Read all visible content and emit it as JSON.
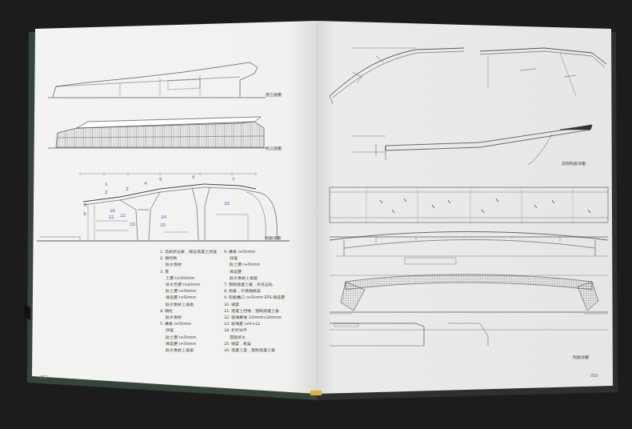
{
  "diagram": {
    "labels": [
      "西立面图",
      "北立面图",
      "1",
      "2",
      "3",
      "4",
      "5",
      "6",
      "7",
      "8",
      "9",
      "10",
      "11",
      "12",
      "13",
      "14",
      "15",
      "16",
      "剖面详图",
      "1. 花岗岩石板，细石混凝土找坡",
      "2. 钢结构",
      "防水卷材",
      "3. 屋",
      "土层 t=300mm",
      "排水垫层 t=20mm",
      "防土层 t=50mm",
      "保温层 t=50mm",
      "防水卷材上表面",
      "4. 钢柱",
      "防水卷材",
      "5. 楼板 t=50mm",
      "找坡",
      "防土层 t=50mm",
      "保温层 t=50mm",
      "防水卷材上表面",
      "6. 楼板 t=50mm",
      "找坡",
      "防土层 t=50mm",
      "保温层",
      "防水卷材上表面",
      "7. 预制混凝土板，填充石粒",
      "8. 铝板，不锈钢框架",
      "9. 铝板檐口 t=50mm EPS 保温层",
      "10. 钢梁",
      "11. 混凝土挡墙，预制混凝土板",
      "12. 玻璃幕墙 100mm×200mm",
      "13. 玻璃窗 t=6+12",
      "14. 栏杆扶手",
      "屋面排水",
      "15. 钢梁，框架",
      "16. 混凝土梁，预制混凝土板",
      "052",
      "053",
      "前部剖面详图",
      "剖面详图"
    ]
  }
}
